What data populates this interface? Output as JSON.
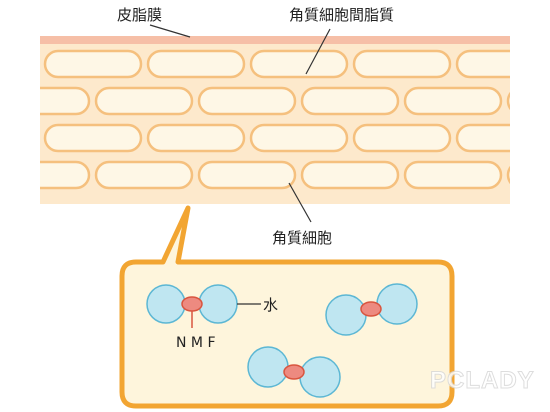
{
  "labels": {
    "sebum_membrane": "皮脂膜",
    "intercellular_lipid": "角質細胞間脂質",
    "corneocyte": "角質細胞",
    "water": "水",
    "nmf": "N M F"
  },
  "watermark": "PCLADY",
  "colors": {
    "sebum_band": "#f6bfa7",
    "layer_bg": "#fde9cc",
    "cell_fill": "#fef7e6",
    "cell_stroke": "#f5c07e",
    "callout_stroke": "#f2a532",
    "callout_fill": "#fef5dc",
    "water_fill": "#bfe6f1",
    "water_stroke": "#5cb7d4",
    "nmf_fill": "#ed8a80",
    "nmf_stroke": "#d9553f",
    "label_line": "#333333"
  }
}
